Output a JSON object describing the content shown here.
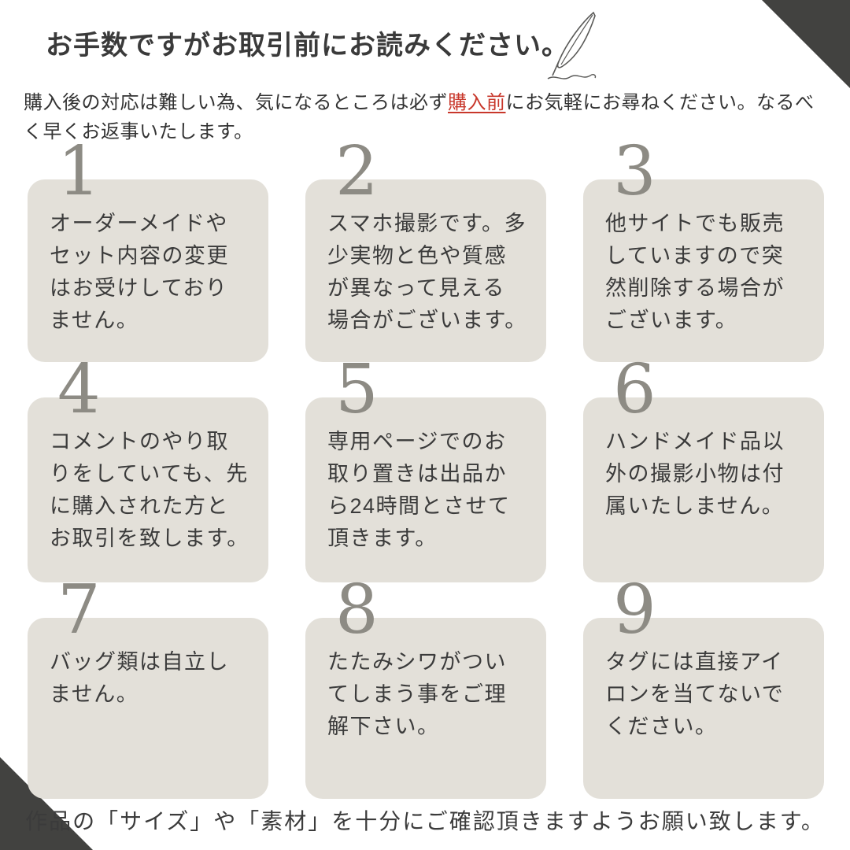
{
  "title": "お手数ですがお取引前にお読みください。",
  "intro": {
    "before": "購入後の対応は難しい為、気になるところは必ず",
    "highlight": "購入前",
    "after": "にお気軽にお尋ねください。なるべく早くお返事いたします。"
  },
  "cards": [
    {
      "number": "1",
      "text": "オーダーメイドやセット内容の変更はお受けしておりません。"
    },
    {
      "number": "2",
      "text": "スマホ撮影です。多少実物と色や質感が異なって見える場合がございます。"
    },
    {
      "number": "3",
      "text": "他サイトでも販売していますので突然削除する場合がございます。"
    },
    {
      "number": "4",
      "text": "コメントのやり取りをしていても、先に購入された方とお取引を致します。"
    },
    {
      "number": "5",
      "text": "専用ページでのお取り置きは出品から24時間とさせて頂きます。"
    },
    {
      "number": "6",
      "text": "ハンドメイド品以外の撮影小物は付属いたしません。"
    },
    {
      "number": "7",
      "text": "バッグ類は自立しません。"
    },
    {
      "number": "8",
      "text": "たたみシワがついてしまう事をご理解下さい。"
    },
    {
      "number": "9",
      "text": "タグには直接アイロンを当てないでください。"
    }
  ],
  "footer": "作品の「サイズ」や「素材」を十分にご確認頂きますようお願い致します。",
  "icons": {
    "quill": "quill-pen-icon"
  },
  "colors": {
    "card_bg": "#e3e0d9",
    "corner_accent": "#424240",
    "number_gray": "#8d8b84",
    "accent_red": "#c8372b",
    "text": "#3b3b3b"
  }
}
